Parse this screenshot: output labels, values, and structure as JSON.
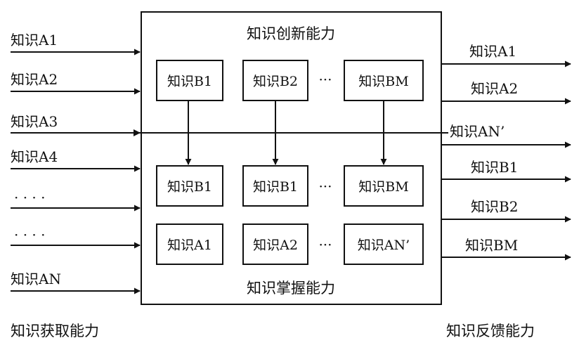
{
  "left_inputs": [
    {
      "label": "知识A1"
    },
    {
      "label": "知识A2"
    },
    {
      "label": "知识A3"
    },
    {
      "label": "知识A4"
    },
    {
      "label": "· · · ·"
    },
    {
      "label": "· · · ·"
    },
    {
      "label": "知识AN"
    }
  ],
  "right_outputs": [
    {
      "label": "知识A1"
    },
    {
      "label": "知识A2"
    },
    {
      "label": "知识AN’"
    },
    {
      "label": "知识B1"
    },
    {
      "label": "知识B2"
    },
    {
      "label": "知识BM"
    }
  ],
  "main_box": {
    "top_title": "知识创新能力",
    "bottom_title": "知识掌握能力",
    "row1": [
      "知识B1",
      "知识B2",
      "知识BM"
    ],
    "row2": [
      "知识B1",
      "知识B1",
      "知识BM"
    ],
    "row3": [
      "知识A1",
      "知识A2",
      "知识AN’"
    ],
    "ellipsis": "···"
  },
  "footer": {
    "left": "知识获取能力",
    "right": "知识反馈能力"
  },
  "colors": {
    "line": "#111111",
    "background": "#ffffff"
  }
}
